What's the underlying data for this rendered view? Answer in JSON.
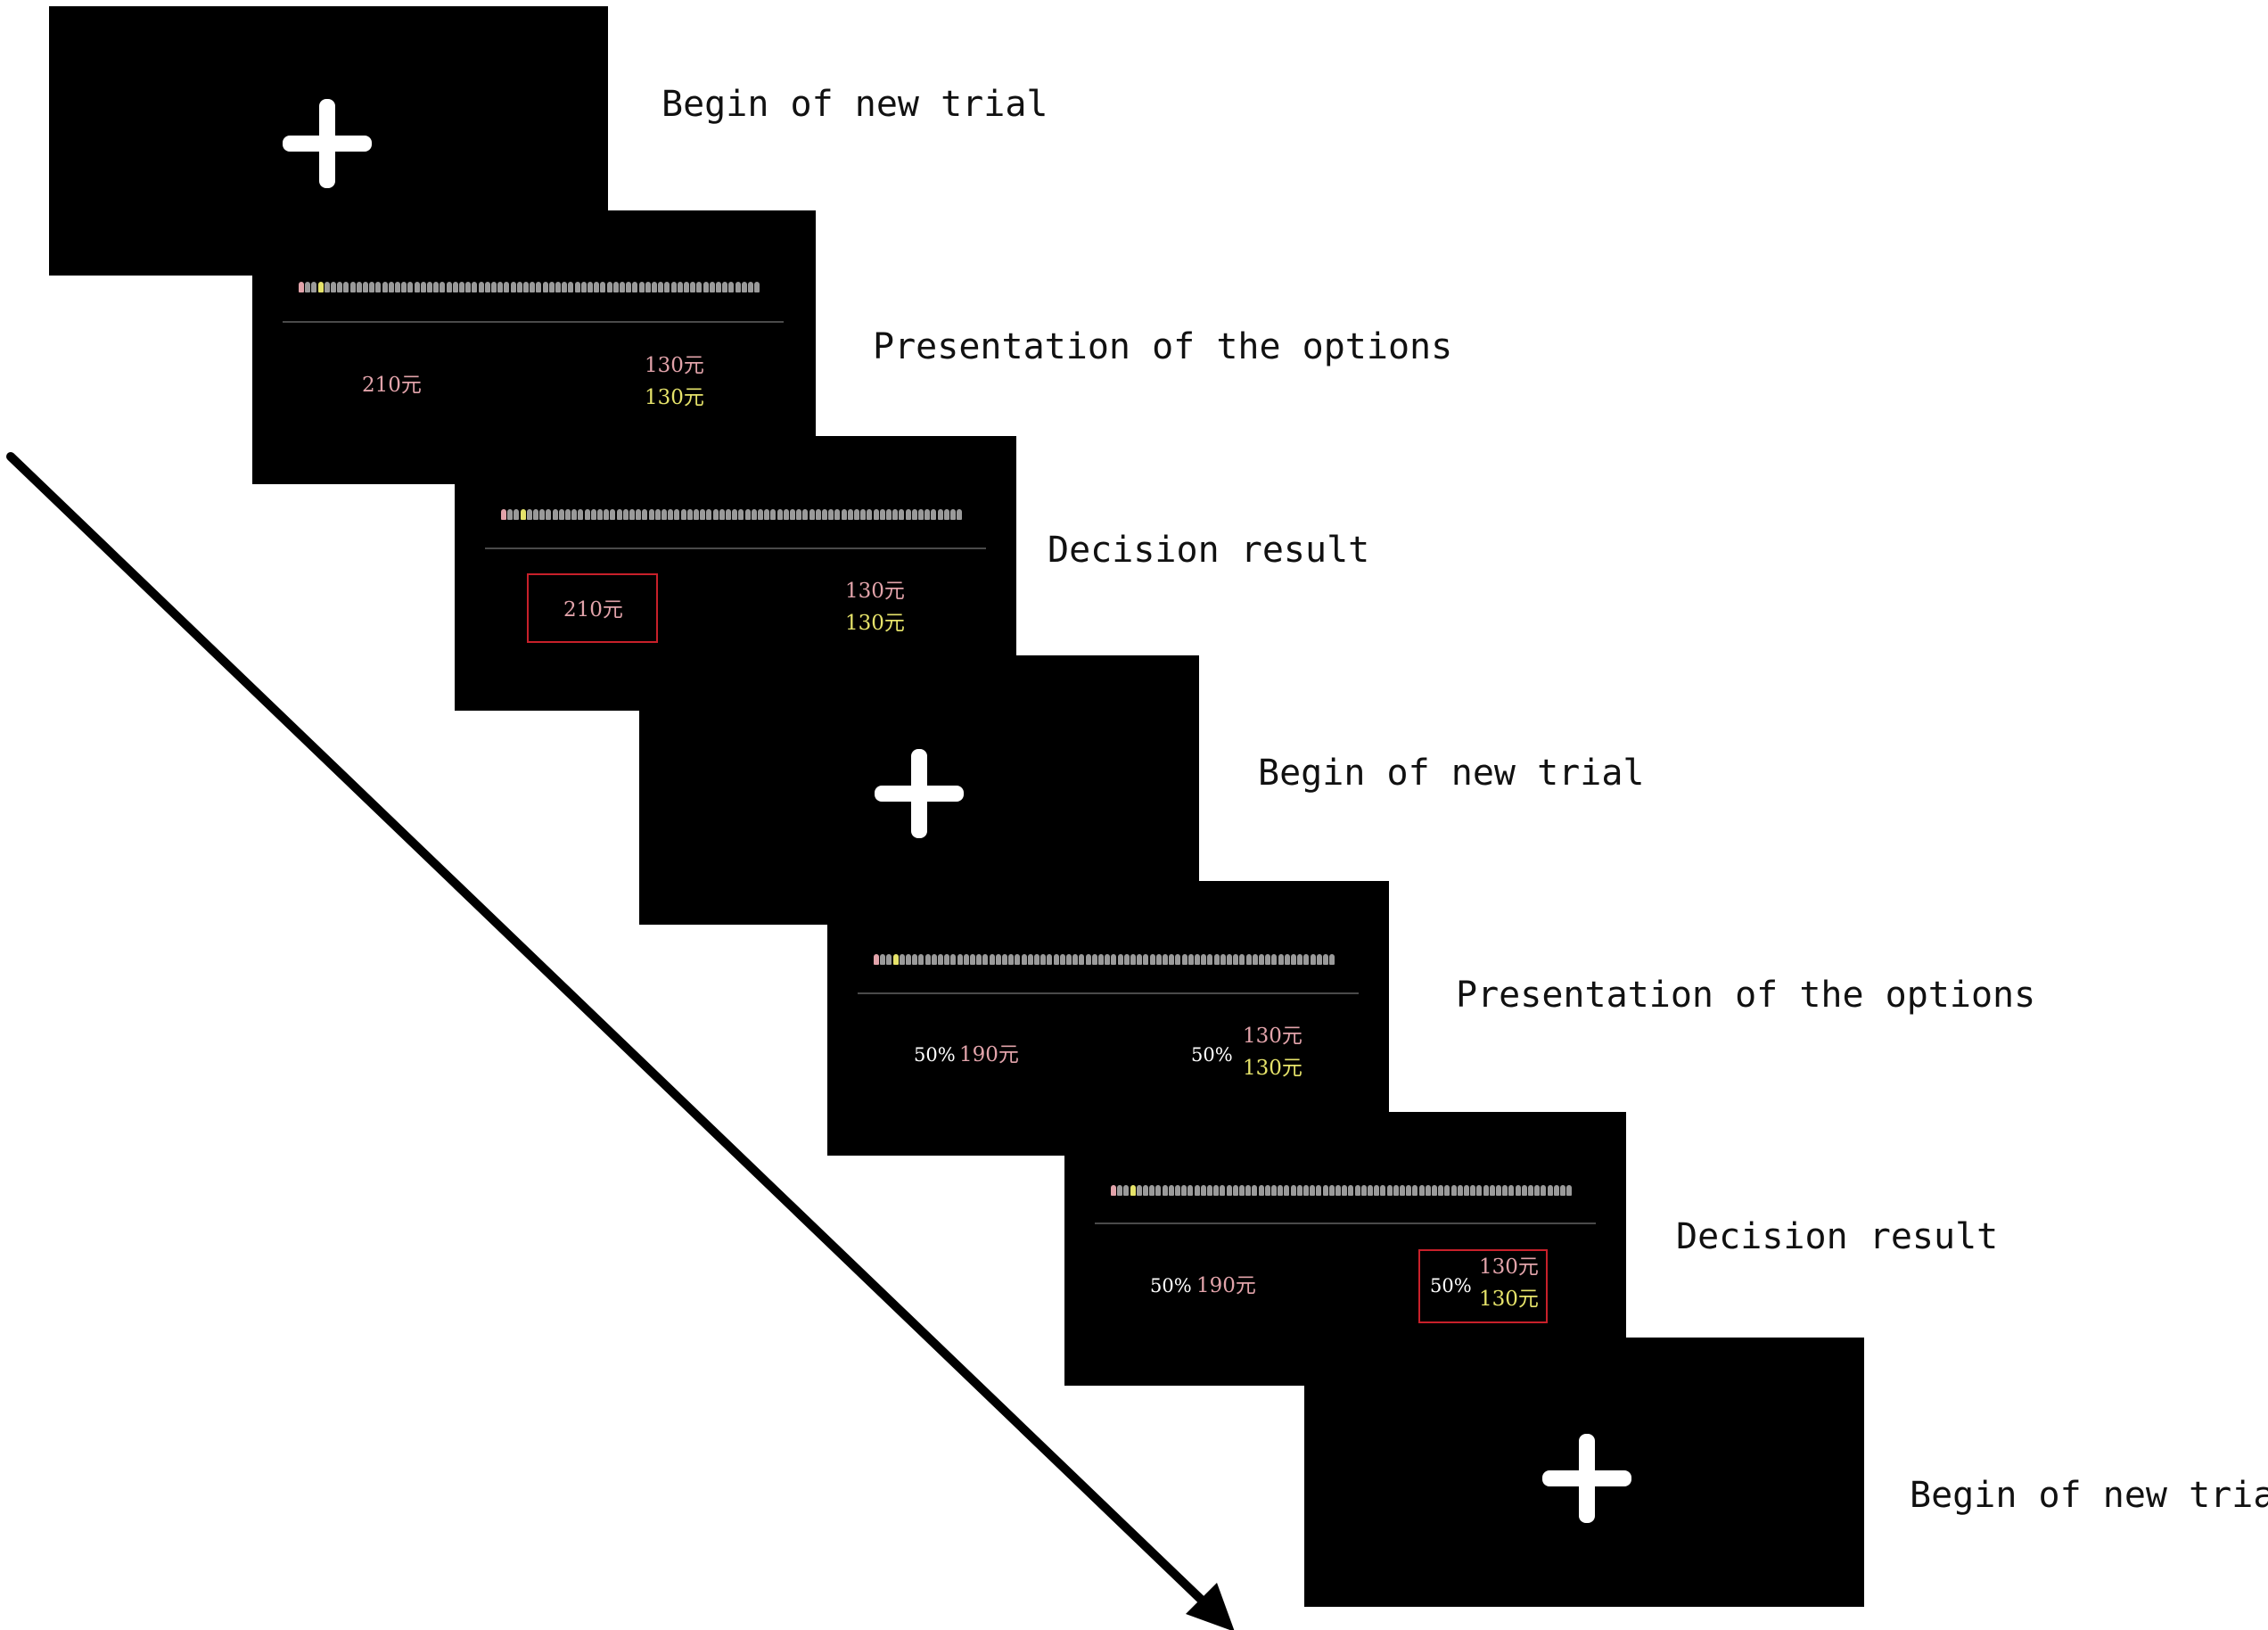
{
  "colors": {
    "screen_bg": "#000000",
    "fixation": "#ffffff",
    "pink_amount": "#e2a3aa",
    "yellow_amount": "#e6e36a",
    "plain_text": "#ffffff",
    "selection_box": "#c8202a",
    "token_gray": "#9a9a9a",
    "arrow": "#000000"
  },
  "labels": {
    "begin": "Begin of new trial",
    "presentation": "Presentation of the options",
    "decision": "Decision result"
  },
  "screens": {
    "s2": {
      "left": "210元",
      "right_top": "130元",
      "right_bottom": "130元"
    },
    "s3": {
      "left": "210元",
      "right_top": "130元",
      "right_bottom": "130元"
    },
    "s5": {
      "left_prob": "50%",
      "left": "190元",
      "right_prob": "50%",
      "right_top": "130元",
      "right_bottom": "130元"
    },
    "s6": {
      "left_prob": "50%",
      "left": "190元",
      "right_prob": "50%",
      "right_top": "130元",
      "right_bottom": "130元"
    }
  }
}
